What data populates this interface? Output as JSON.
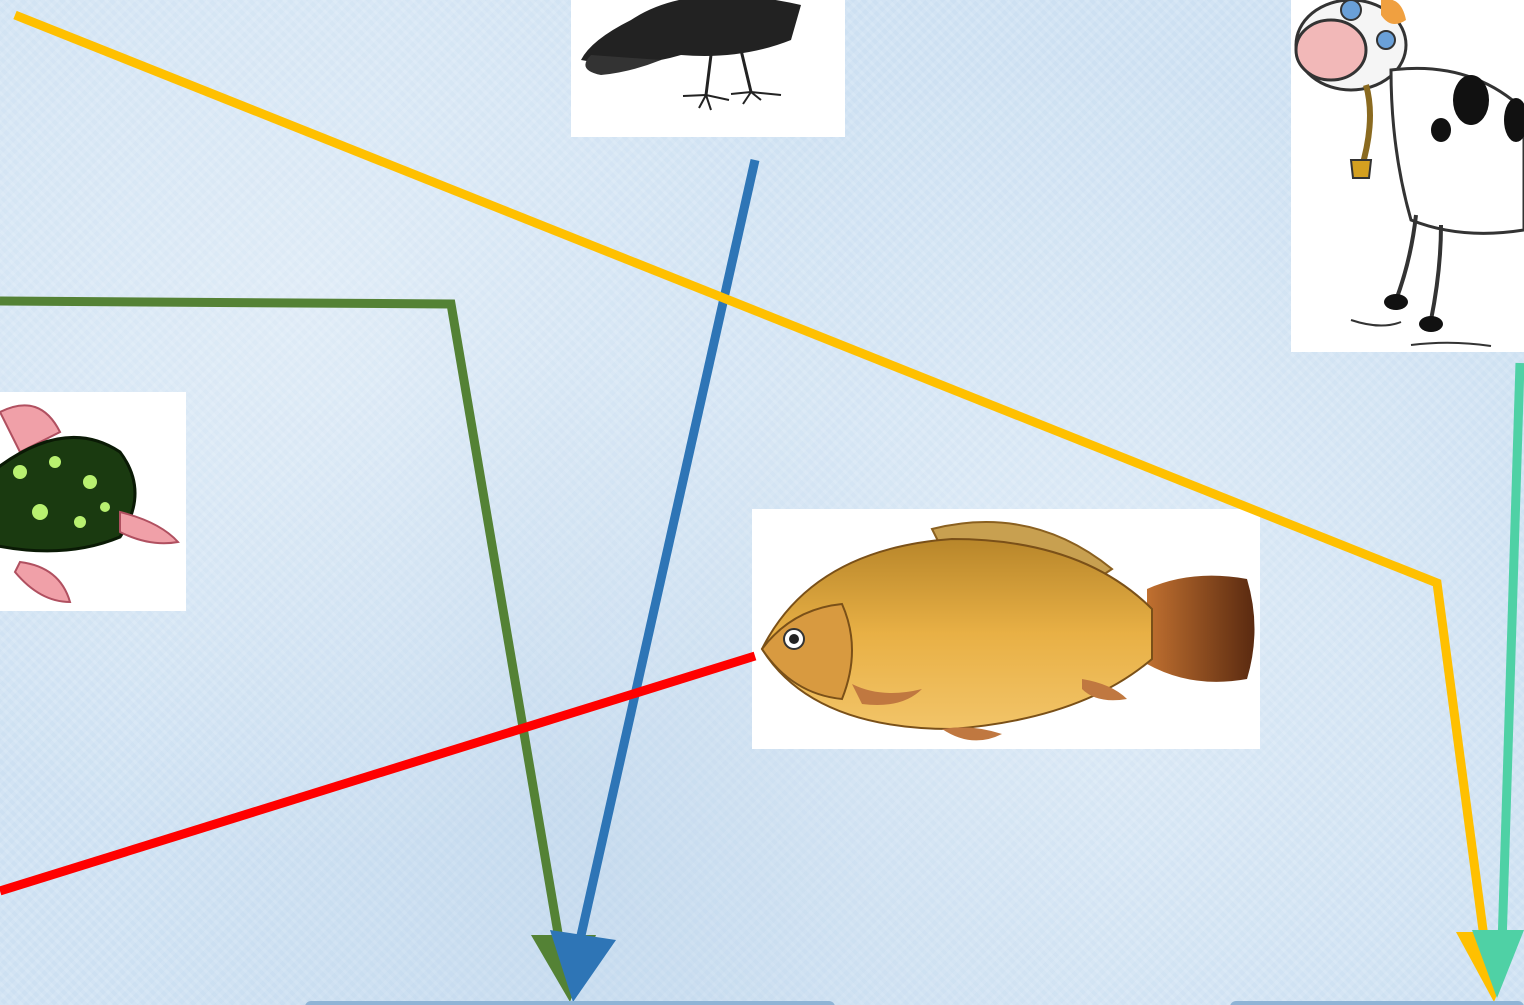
{
  "diagram": {
    "nodes": [
      {
        "id": "crow",
        "icon": "crow-icon"
      },
      {
        "id": "cow",
        "icon": "cow-icon"
      },
      {
        "id": "pike",
        "icon": "pike-fish-icon"
      },
      {
        "id": "carp",
        "icon": "crucian-carp-icon"
      }
    ],
    "arrows": [
      {
        "name": "green-arrow",
        "color": "#548235"
      },
      {
        "name": "blue-arrow",
        "color": "#2e75b6"
      },
      {
        "name": "orange-arrow",
        "color": "#ffc000"
      },
      {
        "name": "teal-arrow",
        "color": "#4fd1a5"
      },
      {
        "name": "red-line",
        "color": "#ff0000"
      }
    ],
    "background_color": "#cfe2f3"
  }
}
